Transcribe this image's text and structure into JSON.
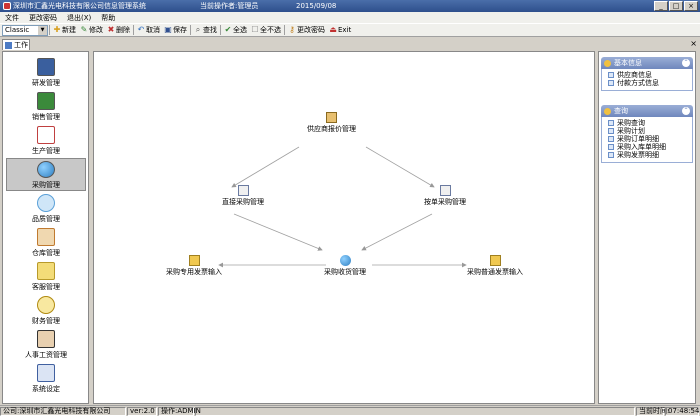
{
  "window": {
    "title": "深圳市汇鑫光电科技有限公司信息管理系统",
    "operator_text": "当前操作者:管理员",
    "date": "2015/09/08",
    "controls": [
      "_",
      "□",
      "×"
    ]
  },
  "menu": [
    "文件",
    "更改密码",
    "退出(X)",
    "帮助"
  ],
  "toolbar": {
    "theme_select": "Classic",
    "buttons": [
      {
        "label": "新建",
        "icon": "new-icon"
      },
      {
        "label": "修改",
        "icon": "edit-icon"
      },
      {
        "label": "删除",
        "icon": "delete-icon"
      },
      {
        "label": "取消",
        "icon": "cancel-icon"
      },
      {
        "label": "保存",
        "icon": "save-icon"
      },
      {
        "label": "查找",
        "icon": "find-icon"
      },
      {
        "label": "全选",
        "icon": "check-all-icon"
      },
      {
        "label": "全不选",
        "icon": "uncheck-all-icon"
      },
      {
        "label": "更改密码",
        "icon": "key-icon"
      },
      {
        "label": "Exit",
        "icon": "exit-icon"
      }
    ]
  },
  "tab": {
    "label": "工作",
    "close": "×"
  },
  "sidebar": {
    "items": [
      {
        "label": "研发管理",
        "icon": "tablet-icon",
        "color": "#3a5f9e"
      },
      {
        "label": "销售管理",
        "icon": "grid-icon",
        "color": "#3b8a3b"
      },
      {
        "label": "生产管理",
        "icon": "checklist-icon",
        "color": "#c04040"
      },
      {
        "label": "采购管理",
        "icon": "globe-icon",
        "color": "#2f7fc1"
      },
      {
        "label": "品质管理",
        "icon": "magnifier-icon",
        "color": "#5aa0d8"
      },
      {
        "label": "仓库管理",
        "icon": "house-icon",
        "color": "#c07a30"
      },
      {
        "label": "客服管理",
        "icon": "note-icon",
        "color": "#e8c84a"
      },
      {
        "label": "财务管理",
        "icon": "money-icon",
        "color": "#d8a020"
      },
      {
        "label": "人事工资管理",
        "icon": "person-icon",
        "color": "#555555"
      },
      {
        "label": "系统设定",
        "icon": "calendar-icon",
        "color": "#4060a0"
      }
    ],
    "selected_index": 3
  },
  "workflow": {
    "nodes": [
      {
        "label": "供应商报价管理",
        "icon": "clipboard-icon"
      },
      {
        "label": "直接采购管理",
        "icon": "form-icon"
      },
      {
        "label": "按单采购管理",
        "icon": "form-icon"
      },
      {
        "label": "采购专用发票输入",
        "icon": "folder-icon"
      },
      {
        "label": "采购收货管理",
        "icon": "globe-icon"
      },
      {
        "label": "采购普通发票输入",
        "icon": "folder-icon"
      }
    ]
  },
  "right_panel": {
    "groups": [
      {
        "title": "基本信息",
        "items": [
          "供应商信息",
          "付款方式信息"
        ]
      },
      {
        "title": "查询",
        "items": [
          "采购查询",
          "采购计划",
          "采购订单明细",
          "采购入库单明细",
          "采购发票明细"
        ]
      }
    ]
  },
  "status": {
    "company": "公司:深圳市汇鑫光电科技有限公司",
    "version": "ver:2.0",
    "operator": "操作:ADMIN",
    "time_label": "当前时间:",
    "time": "07:48:54"
  },
  "colors": {
    "accent": "#4a6ea9",
    "panel_header": "#7f95c7",
    "selected": "#c8c8c8"
  }
}
